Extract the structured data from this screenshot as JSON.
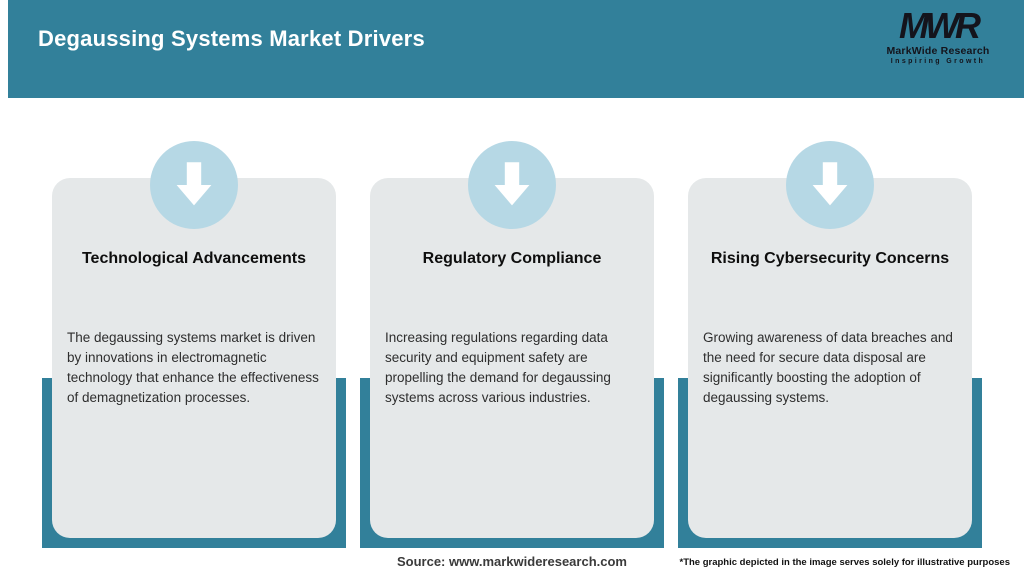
{
  "header": {
    "title": "Degaussing Systems Market Drivers",
    "logo": {
      "monogram": "MWR",
      "name": "MarkWide Research",
      "tagline": "Inspiring Growth"
    }
  },
  "cards": [
    {
      "icon": "down-arrow-icon",
      "title": "Technological Advancements",
      "body": "The degaussing systems market is driven by innovations in electromagnetic technology that enhance the effectiveness of demagnetization processes."
    },
    {
      "icon": "down-arrow-icon",
      "title": "Regulatory Compliance",
      "body": "Increasing regulations regarding data security and equipment safety are propelling the demand for degaussing systems across various industries."
    },
    {
      "icon": "down-arrow-icon",
      "title": "Rising Cybersecurity Concerns",
      "body": "Growing awareness of data breaches and the need for secure data disposal are significantly boosting the adoption of degaussing systems."
    }
  ],
  "footer": {
    "source": "Source: www.markwideresearch.com",
    "disclaimer": "*The graphic depicted in the image serves solely for illustrative purposes"
  },
  "colors": {
    "teal": "#32809A",
    "card_background": "#E5E8E9",
    "circle_blue": "#B6D8E5",
    "arrow_white": "#FFFFFF",
    "title_text": "#0E0E0E",
    "body_text": "#2E2E2E",
    "header_text": "#FFFFFF",
    "logo_text": "#14141C"
  }
}
